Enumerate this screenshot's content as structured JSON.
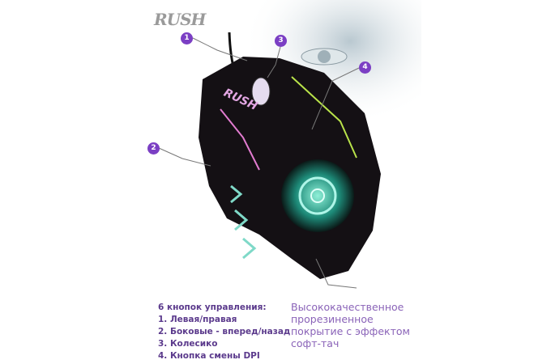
{
  "brand": {
    "logo": "RUSH",
    "mouse_logo": "RUSH"
  },
  "callouts": [
    "1",
    "2",
    "3",
    "4"
  ],
  "features": {
    "title": "6 кнопок управления:",
    "items": [
      "1. Левая/правая",
      "2. Боковые - вперед/назад",
      "3. Колесико",
      "4. Кнопка смены DPI"
    ]
  },
  "coating": {
    "lines": [
      "Высококачественное",
      "прорезиненное",
      "покрытие с эффектом",
      "софт-тач"
    ]
  },
  "colors": {
    "accent": "#7b3fc4",
    "text_dark": "#5b3a8c",
    "text_light": "#8a63b8"
  }
}
